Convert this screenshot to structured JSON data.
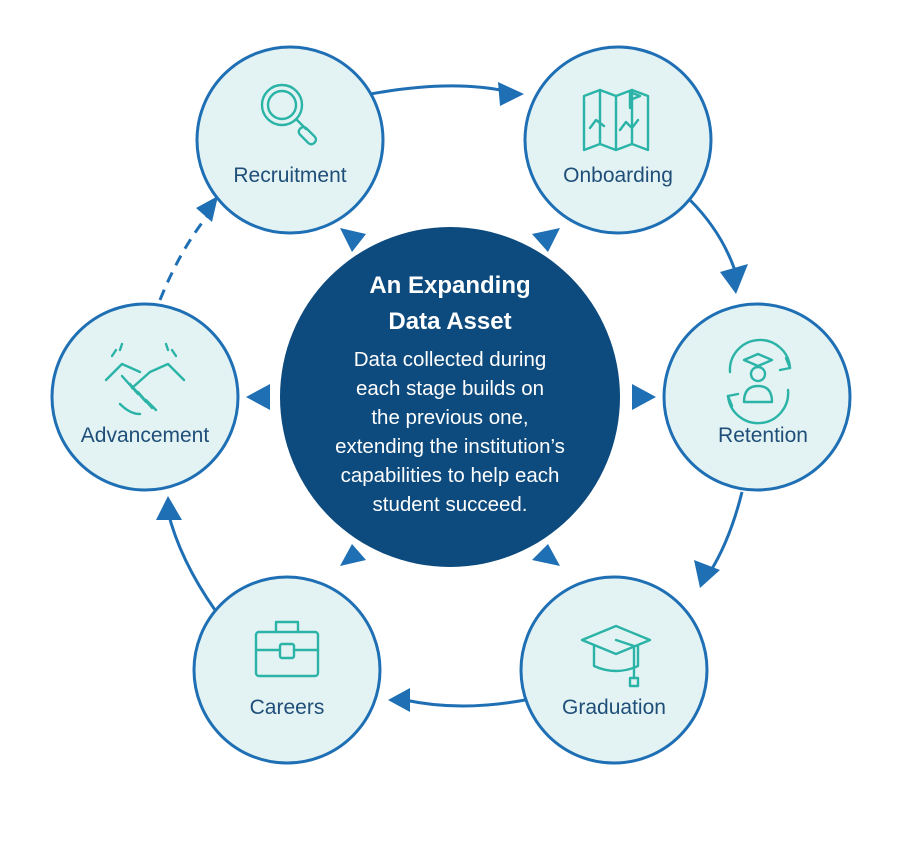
{
  "colors": {
    "ring_stroke": "#1f6fb5",
    "node_fill": "#e3f3f3",
    "node_stroke": "#1f6fb5",
    "center_fill": "#0d4a7d",
    "arrow": "#1f6fb5",
    "icon": "#2ab3a6",
    "label": "#1f4e79"
  },
  "center": {
    "title_line1": "An Expanding",
    "title_line2": "Data Asset",
    "body_lines": [
      "Data collected during",
      "each stage builds on",
      "the previous one,",
      "extending the institution’s",
      "capabilities to help each",
      "student succeed."
    ]
  },
  "stages": {
    "recruitment": {
      "label": "Recruitment",
      "icon": "magnifier-icon"
    },
    "onboarding": {
      "label": "Onboarding",
      "icon": "map-icon"
    },
    "retention": {
      "label": "Retention",
      "icon": "graduate-cycle-icon"
    },
    "graduation": {
      "label": "Graduation",
      "icon": "graduation-cap-icon"
    },
    "careers": {
      "label": "Careers",
      "icon": "briefcase-icon"
    },
    "advancement": {
      "label": "Advancement",
      "icon": "handshake-icon"
    }
  }
}
